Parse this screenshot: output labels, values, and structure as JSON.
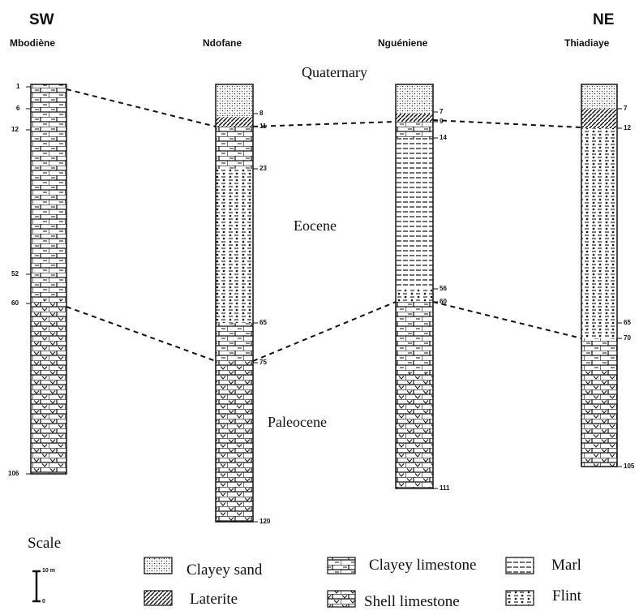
{
  "directions": {
    "left": "SW",
    "right": "NE"
  },
  "wells": [
    "Mbodiène",
    "Ndofane",
    "Nguéniene",
    "Thiadiaye"
  ],
  "periods": {
    "quaternary": "Quaternary",
    "eocene": "Eocene",
    "paleocene": "Paleocene"
  },
  "depths": {
    "mbodiene": [
      "1",
      "6",
      "12",
      "52",
      "60",
      "106"
    ],
    "ndofane": [
      "8",
      "11",
      "23",
      "65",
      "75",
      "120"
    ],
    "nguieniene": [
      "7",
      "9",
      "14",
      "56",
      "60",
      "111"
    ],
    "thiadiaye": [
      "7",
      "12",
      "65",
      "70",
      "105"
    ]
  },
  "scale": {
    "title": "Scale",
    "top": "10 m",
    "bottom": "0"
  },
  "legend": {
    "clayey_sand": "Clayey sand",
    "laterite": "Laterite",
    "clayey_limestone": "Clayey limestone",
    "shell_limestone": "Shell limestone",
    "marl": "Marl",
    "flint": "Flint"
  }
}
